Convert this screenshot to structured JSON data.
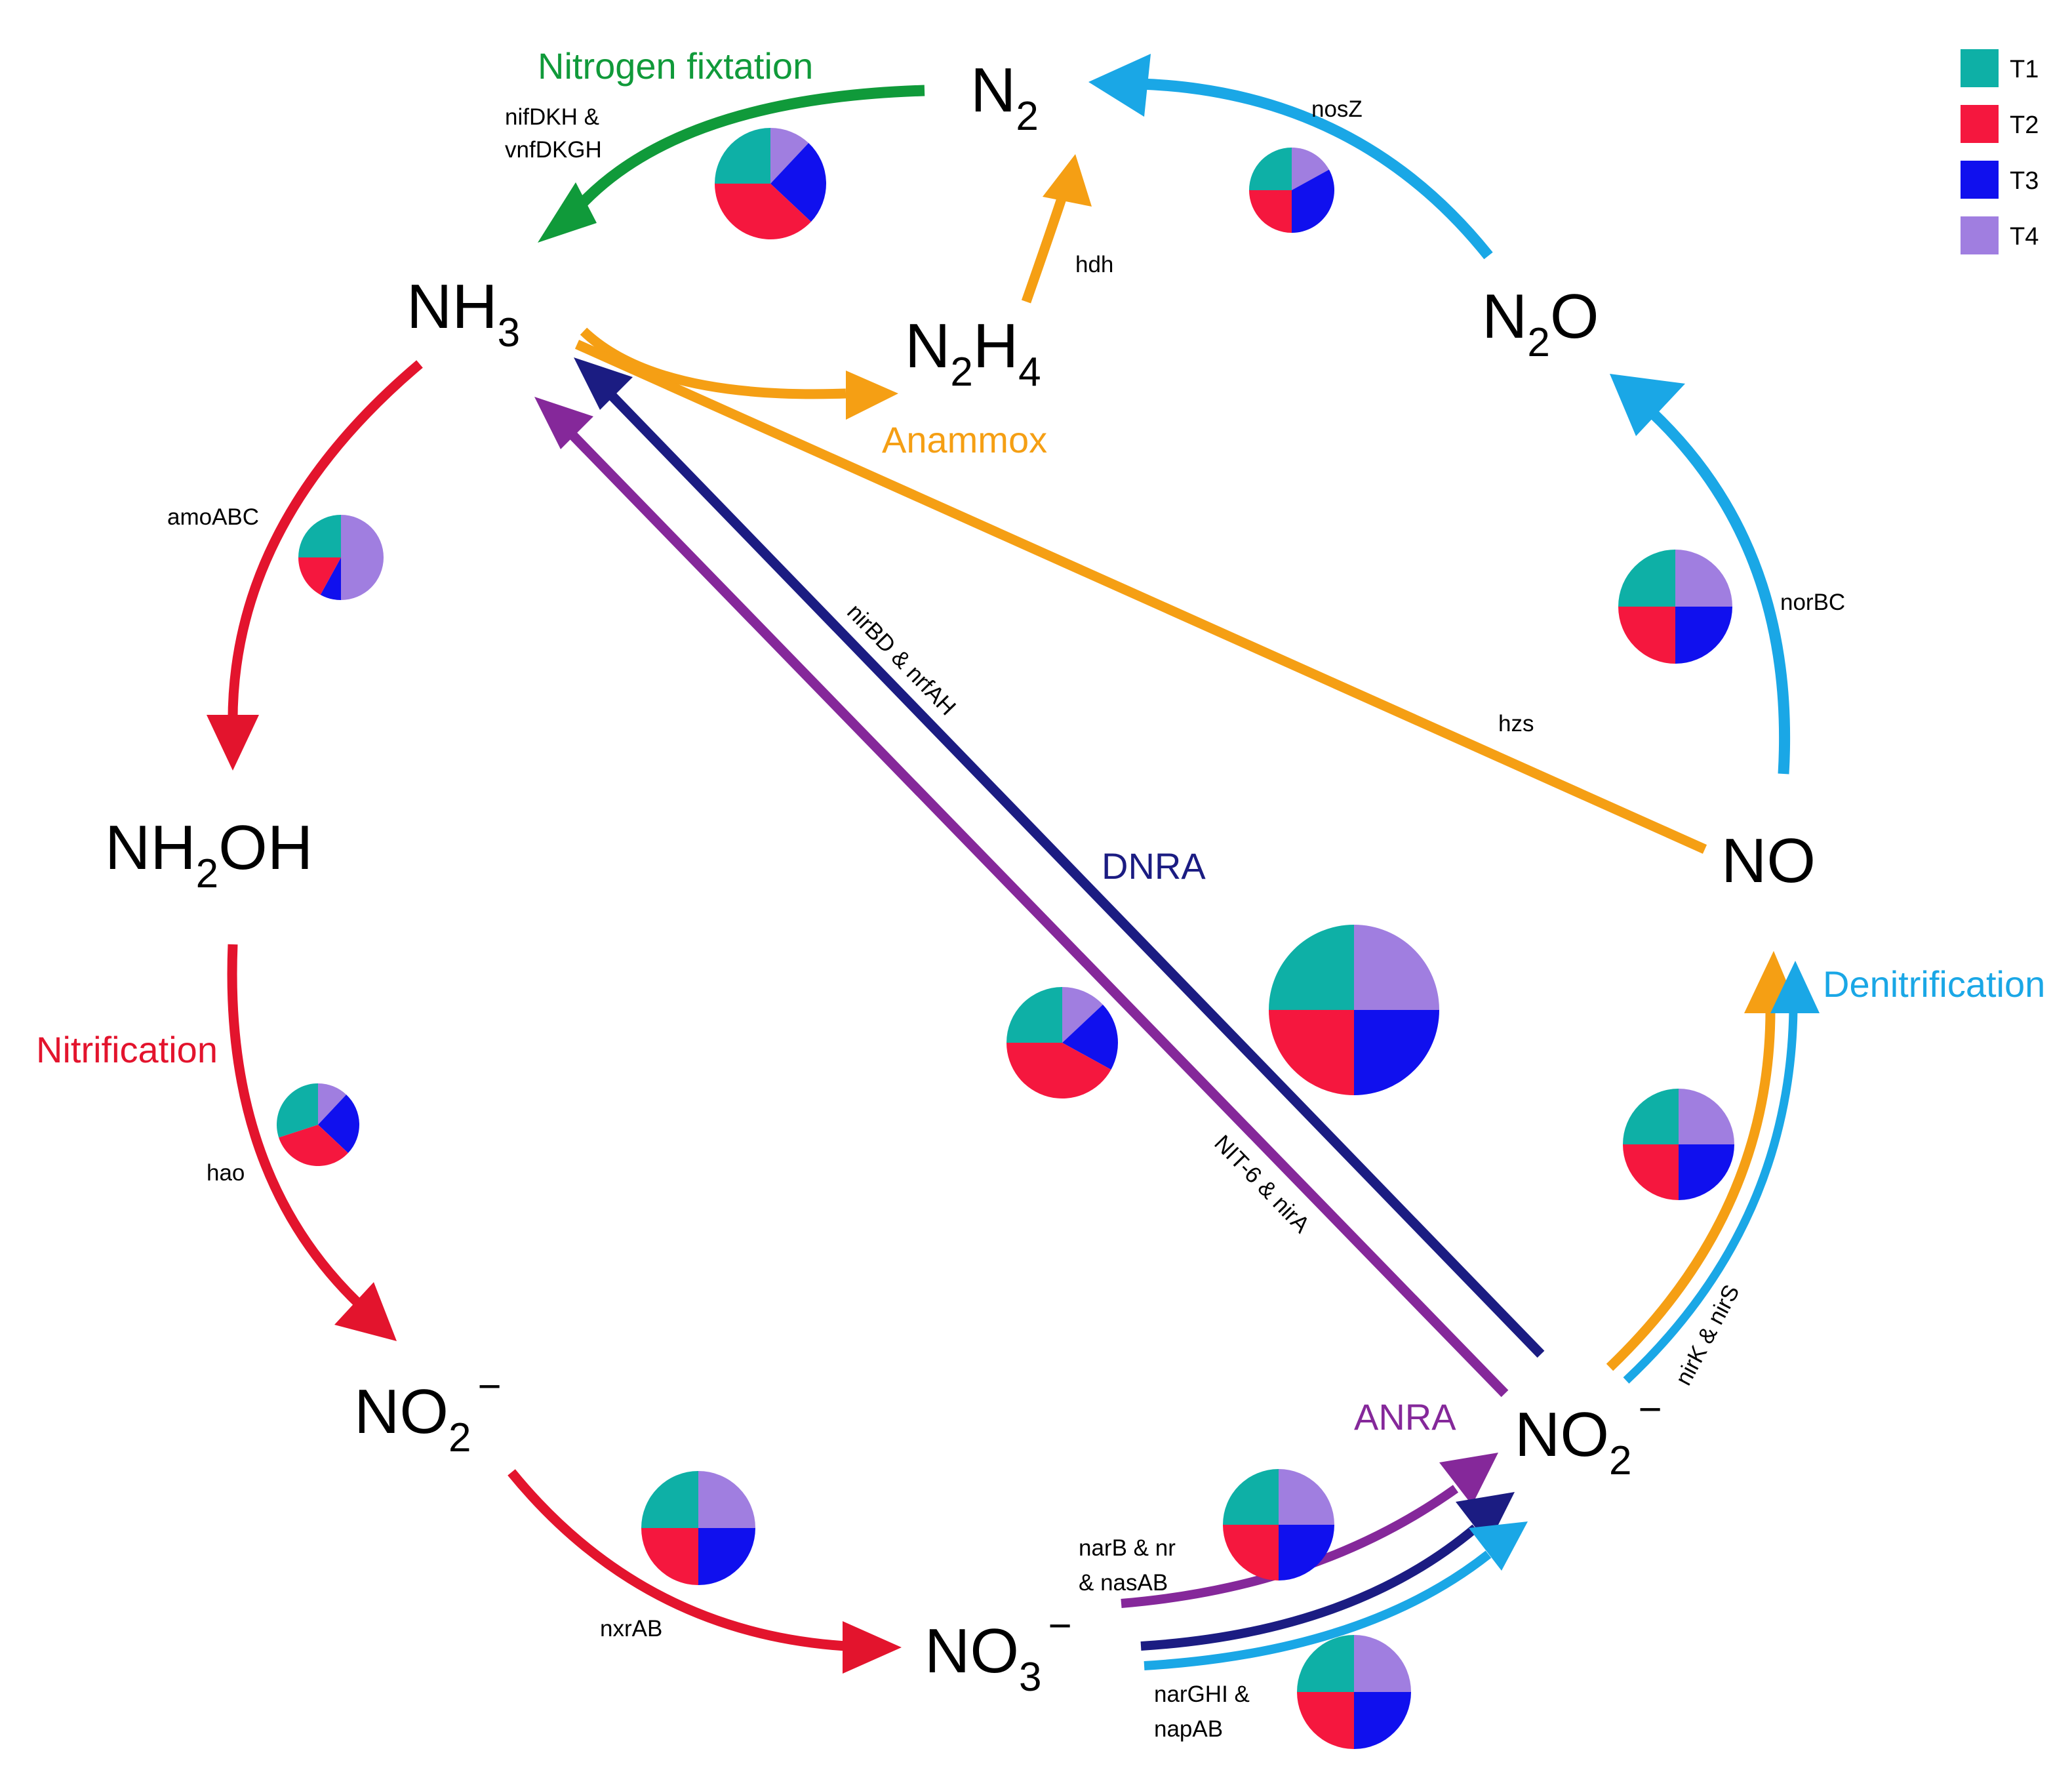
{
  "legend": [
    {
      "label": "T1",
      "color": "#0eb0a6"
    },
    {
      "label": "T2",
      "color": "#f5173e"
    },
    {
      "label": "T3",
      "color": "#1010ee"
    },
    {
      "label": "T4",
      "color": "#a07ee0"
    }
  ],
  "colors": {
    "nitrogen_fixation": "#109a3a",
    "nitrification": "#e3142d",
    "anammox": "#f59f14",
    "dnra": "#1b1c82",
    "anra": "#85289a",
    "denitrification": "#1aa7e6"
  },
  "compounds": {
    "n2": {
      "base": "N",
      "sub": "2"
    },
    "nh3": {
      "base": "NH",
      "sub": "3"
    },
    "n2h4": {
      "p1": "N",
      "s1": "2",
      "p2": "H",
      "s2": "4"
    },
    "n2o": {
      "p1": "N",
      "s1": "2",
      "p2": "O"
    },
    "nh2oh": {
      "p1": "NH",
      "s1": "2",
      "p2": "OH"
    },
    "no": "NO",
    "no2_left": {
      "base": "NO",
      "sub": "2",
      "sup": "−"
    },
    "no2_right": {
      "base": "NO",
      "sub": "2",
      "sup": "−"
    },
    "no3": {
      "base": "NO",
      "sub": "3",
      "sup": "−"
    }
  },
  "pathways": {
    "nitrogen_fixation": "Nitrogen fixtation",
    "nitrification": "Nitrification",
    "anammox": "Anammox",
    "dnra": "DNRA",
    "anra": "ANRA",
    "denitrification": "Denitrification"
  },
  "genes": {
    "nif_line1": "nifDKH &",
    "nif_line2": "vnfDKGH",
    "nosZ": "nosZ",
    "hdh": "hdh",
    "amoABC": "amoABC",
    "norBC": "norBC",
    "hzs": "hzs",
    "nirBD_nrfAH": "nirBD & nrfAH",
    "nit6_nirA": "NIT-6 & nirA",
    "hao": "hao",
    "nirK_nirS": "nirK & nirS",
    "nxrAB": "nxrAB",
    "narB_line1": "narB & nr",
    "narB_line2": "& nasAB",
    "narGHI_line1": "narGHI &",
    "narGHI_line2": "napAB"
  },
  "pies": [
    {
      "id": "pie-nitrogen-fixation",
      "values": [
        0.25,
        0.38,
        0.25,
        0.12
      ]
    },
    {
      "id": "pie-nosz",
      "values": [
        0.25,
        0.25,
        0.33,
        0.17
      ]
    },
    {
      "id": "pie-amoabc",
      "values": [
        0.25,
        0.17,
        0.08,
        0.5
      ]
    },
    {
      "id": "pie-norbc",
      "values": [
        0.25,
        0.25,
        0.25,
        0.25
      ]
    },
    {
      "id": "pie-dnra-anra",
      "values": [
        0.25,
        0.42,
        0.2,
        0.13
      ]
    },
    {
      "id": "pie-center-large",
      "values": [
        0.25,
        0.25,
        0.25,
        0.25
      ]
    },
    {
      "id": "pie-hao",
      "values": [
        0.3,
        0.33,
        0.25,
        0.12
      ]
    },
    {
      "id": "pie-nirk-nirs",
      "values": [
        0.25,
        0.25,
        0.25,
        0.25
      ]
    },
    {
      "id": "pie-nxrab",
      "values": [
        0.25,
        0.25,
        0.25,
        0.25
      ]
    },
    {
      "id": "pie-narb",
      "values": [
        0.25,
        0.25,
        0.25,
        0.25
      ]
    },
    {
      "id": "pie-narghi",
      "values": [
        0.25,
        0.25,
        0.25,
        0.25
      ]
    }
  ]
}
